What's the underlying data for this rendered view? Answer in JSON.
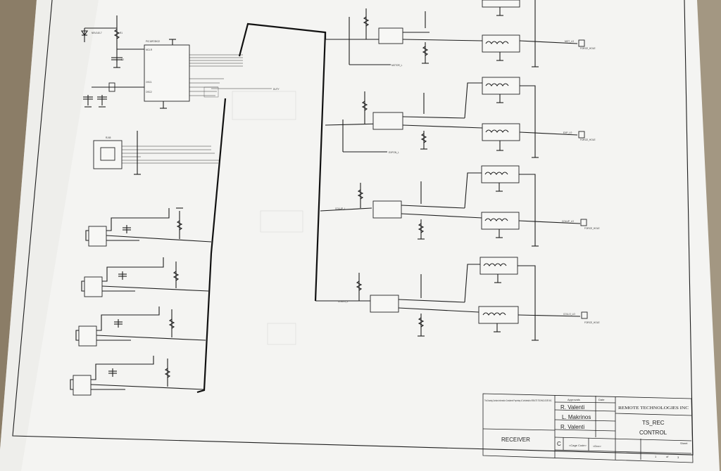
{
  "title_block": {
    "company": "REMOTE TECHNOLOGIES INC",
    "drawing_title": "TS_REC",
    "drawing_subtitle": "CONTROL",
    "sheet_name": "RECEIVER",
    "approvals_header": "Approvals",
    "date_header": "Date",
    "approver_1": "R. Valenti",
    "approver_2": "L. Makrinos",
    "approver_3": "R. Valenti",
    "size_letter": "C",
    "cage_code": "<Cage Code>",
    "doc_number": "<Doc>",
    "sheet_label": "Sheet",
    "sheet_num": "1",
    "sheet_of": "of",
    "sheet_total": "3",
    "proprietary_notice": "This Drawing Contains Information Considered Proprietary & Confidential to REMOTE TECHNOLOGIES INC."
  },
  "channels": [
    {
      "net": "MOTOR_L",
      "load": "MOT_LO",
      "hole": "FORCE_HOLE"
    },
    {
      "net": "EXPON_L",
      "load": "EXP_LO",
      "hole": "FORCE_HOLE"
    },
    {
      "net": "COLUP_L",
      "load": "COLUP_LO",
      "hole": "FORCE_HOLE"
    },
    {
      "net": "COLLO_L",
      "load": "COLLO_LO",
      "hole": "FORCE_HOLE"
    }
  ],
  "colors": {
    "paper": "#f4f4f2",
    "ink": "#1d1d1d",
    "table": "#8a7d68"
  }
}
